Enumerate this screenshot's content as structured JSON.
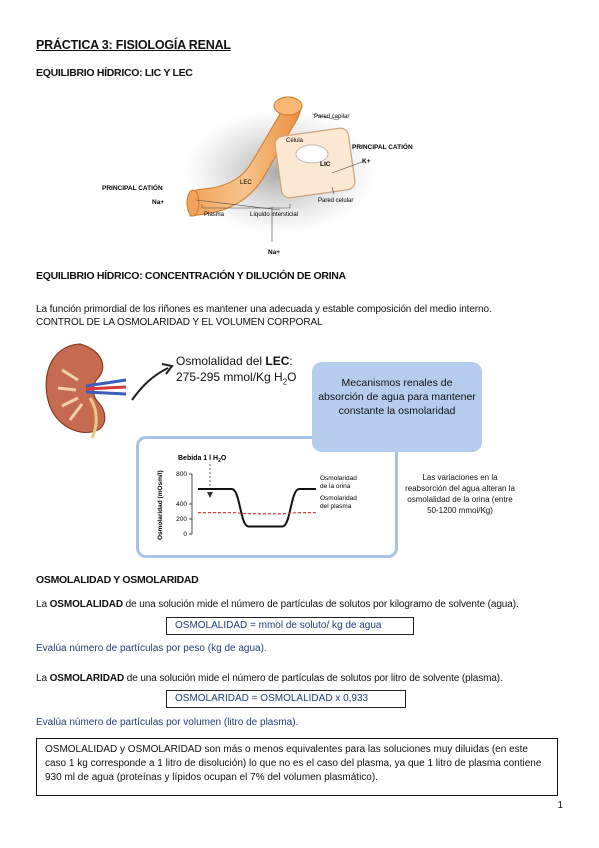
{
  "title": "PRÁCTICA 3: FISIOLOGÍA RENAL",
  "section1": {
    "heading": "EQUILIBRIO HÍDRICO: LIC Y LEC",
    "figure": {
      "pared_capilar": "Pared capilar",
      "celula": "Célula",
      "lic": "LIC",
      "principal_cation_right": "PRINCIPAL CATIÓN",
      "k_plus": "K+",
      "lec": "LEC",
      "pared_celular": "Pared celular",
      "principal_cation_left": "PRINCIPAL CATIÓN",
      "na_left": "Na+",
      "plasma": "Plasma",
      "liquido_intersticial": "Líquido intersticial",
      "na_bottom": "Na+"
    }
  },
  "section2": {
    "heading": "EQUILIBRIO HÍDRICO: CONCENTRACIÓN Y DILUCIÓN DE ORINA",
    "paragraph1": "La función primordial de los riñones es mantener una adecuada y estable composición del medio interno.",
    "paragraph2": "CONTROL DE LA OSMOLARIDAD Y EL VOLUMEN CORPORAL",
    "figure": {
      "osmolalidad_prefix": "Osmolalidad del ",
      "osmolalidad_lec": "LEC",
      "osmolalidad_colon": ":",
      "osmolalidad_range": "275-295 mmol/Kg H",
      "osmolalidad_sub": "2",
      "osmolalidad_suffix": "O",
      "mechanisms": "Mecanismos renales de absorción de agua para mantener constante la osmolaridad",
      "bebida": "Bebida 1 l H",
      "bebida_sub": "2",
      "bebida_suffix": "O",
      "y_label": "Osmolaridad (mOsm/l)",
      "curve_orina": "Osmolaridad de la orina",
      "curve_plasma": "Osmolaridad del plasma",
      "variations": "Las variaciones en la reabsorción del agua alteran la osmolalidad de la orina (entre 50-1200 mmol/Kg)",
      "colors": {
        "panel_border": "#a9c3e6",
        "mechanism_fill": "#b7cdee",
        "plasma_line": "#e23a3a",
        "urine_line": "#111111"
      }
    },
    "chart_data": {
      "type": "line",
      "ylim": [
        0,
        800
      ],
      "yticks": [
        "800",
        "400",
        "200",
        "0"
      ],
      "series": [
        {
          "name": "Osmolaridad de la orina",
          "values": [
            600,
            600,
            600,
            100,
            100,
            100,
            600,
            600
          ]
        },
        {
          "name": "Osmolaridad del plasma",
          "values": [
            285,
            285,
            285,
            270,
            270,
            270,
            285,
            285
          ]
        }
      ]
    }
  },
  "section3": {
    "heading": "OSMOLALIDAD Y OSMOLARIDAD",
    "p1_pre": "La ",
    "p1_bold": "OSMOLALIDAD",
    "p1_post": " de una solución mide el número de partículas de solutos por kilogramo de solvente (agua).",
    "formula1": "OSMOLALIDAD = mmol de soluto/ kg de agua",
    "eval1": "Evalúa número de partículas por peso (kg de agua).",
    "p2_pre": "La ",
    "p2_bold": "OSMOLARIDAD",
    "p2_post": " de una solución mide el número de partículas de solutos por litro de solvente (plasma).",
    "formula2": "OSMOLARIDAD = OSMOLALIDAD x 0,933",
    "eval2": "Evalúa número de partículas por volumen (litro de plasma).",
    "note": "OSMOLALIDAD y OSMOLARIDAD son más o menos equivalentes para las soluciones muy diluidas (en este caso 1 kg corresponde a 1 litro de disolución) lo que no es el caso del plasma, ya que 1 litro de plasma contiene 930 ml de agua (proteínas y lípidos ocupan el 7% del volumen plasmático)."
  },
  "page_number": "1"
}
